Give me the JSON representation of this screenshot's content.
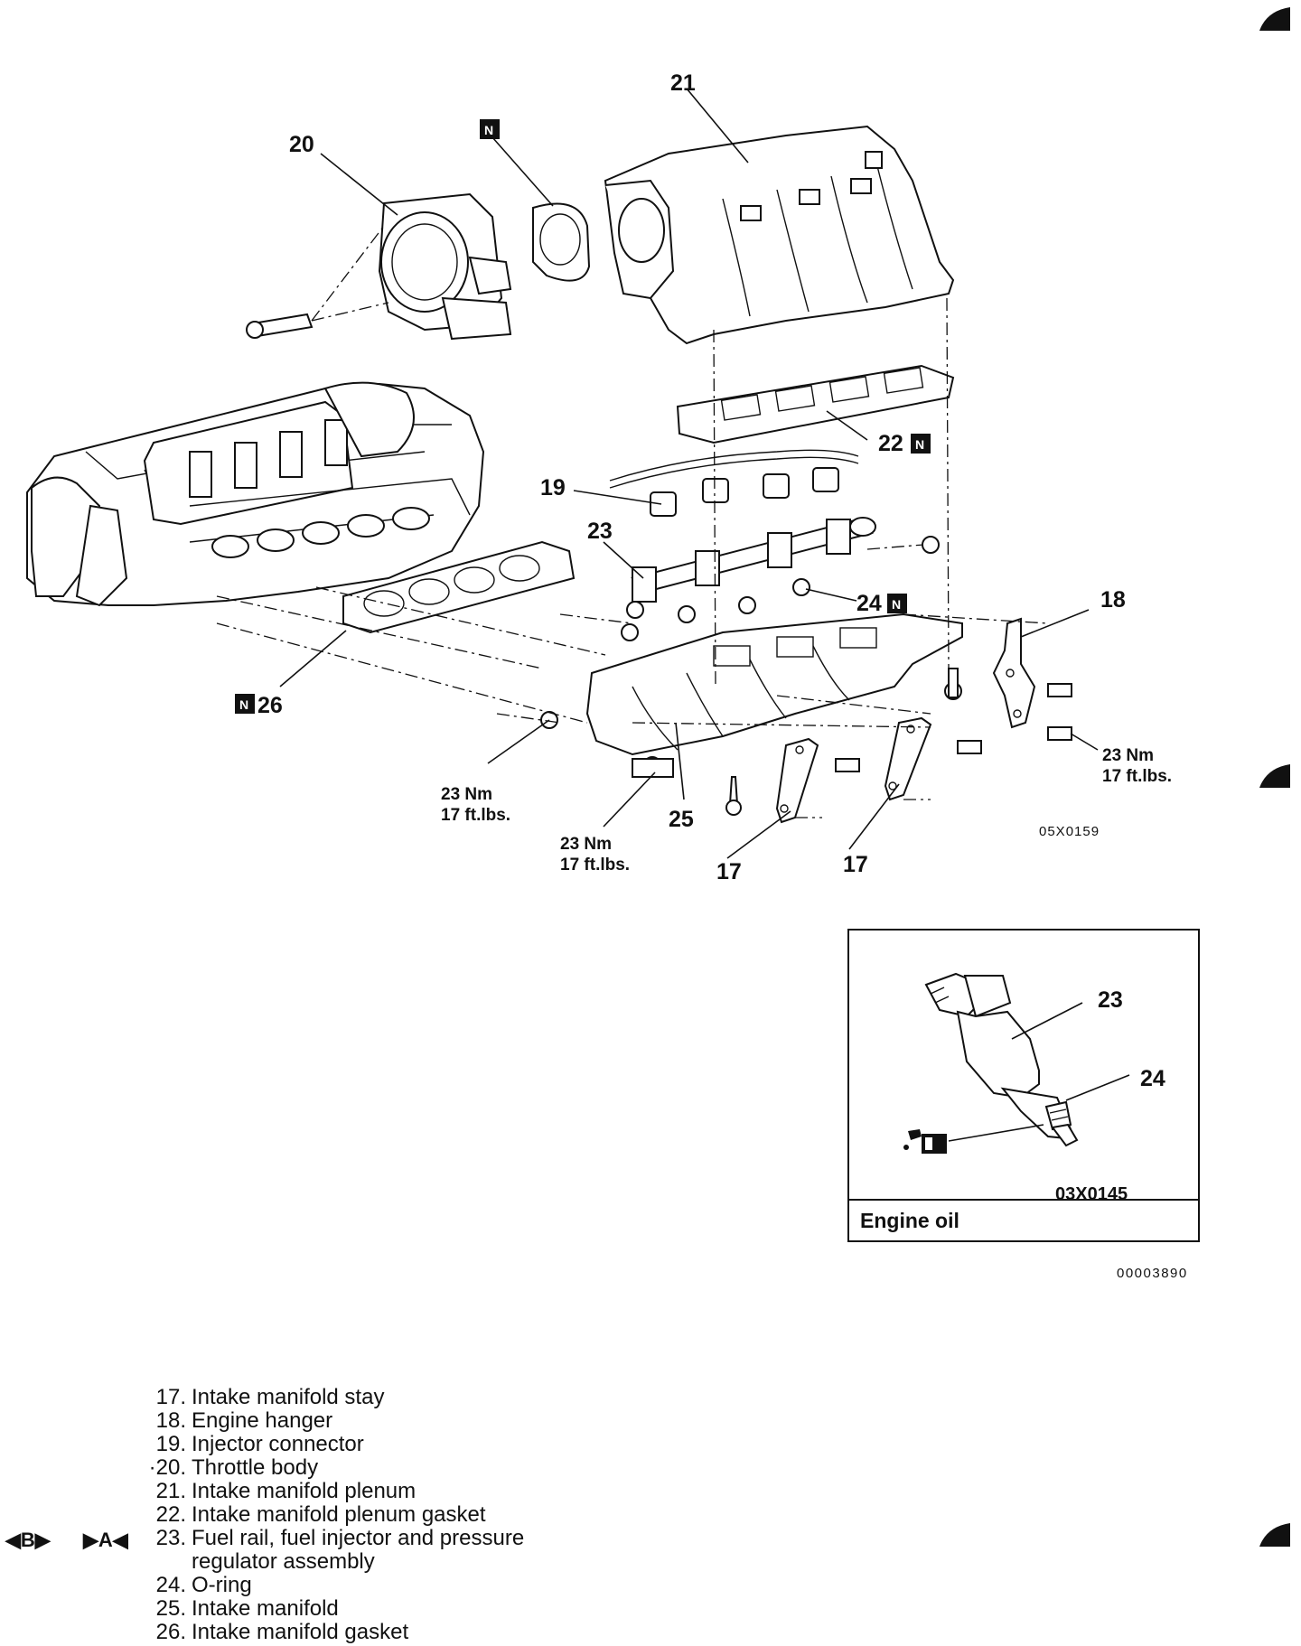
{
  "callouts": {
    "c17a": "17",
    "c17b": "17",
    "c18": "18",
    "c19": "19",
    "c20": "20",
    "c21": "21",
    "c22": "22",
    "c23": "23",
    "c24": "24",
    "c25": "25",
    "c26": "26",
    "n_mark": "N"
  },
  "torque": [
    {
      "nm": "23 Nm",
      "ftlbs": "17 ft.lbs."
    },
    {
      "nm": "23 Nm",
      "ftlbs": "17 ft.lbs."
    },
    {
      "nm": "23 Nm",
      "ftlbs": "17 ft.lbs."
    }
  ],
  "main_figure_code": "05X0159",
  "inset": {
    "callout_23": "23",
    "callout_24": "24",
    "figure_code": "03X0145",
    "footer_label": "Engine oil"
  },
  "figure_code": "00003890",
  "parts": [
    {
      "number": "17.",
      "name": "Intake manifold stay"
    },
    {
      "number": "18.",
      "name": "Engine hanger"
    },
    {
      "number": "19.",
      "name": "Injector connector"
    },
    {
      "number": "·20.",
      "name": "Throttle body"
    },
    {
      "number": "21.",
      "name": "Intake manifold plenum"
    },
    {
      "number": "22.",
      "name": "Intake manifold plenum gasket"
    },
    {
      "number": "23.",
      "name": "Fuel rail, fuel injector and pressure regulator assembly"
    },
    {
      "number": "24.",
      "name": "O-ring"
    },
    {
      "number": "25.",
      "name": "Intake manifold"
    },
    {
      "number": "26.",
      "name": "Intake manifold gasket"
    }
  ],
  "procedure_marks": {
    "mark_b": "◀B▶",
    "mark_a": "▶A◀"
  },
  "icons": {
    "n_mark": "new-part-n-icon",
    "oil": "oil-can-icon",
    "edge_tab": "page-edge-tab-icon"
  }
}
